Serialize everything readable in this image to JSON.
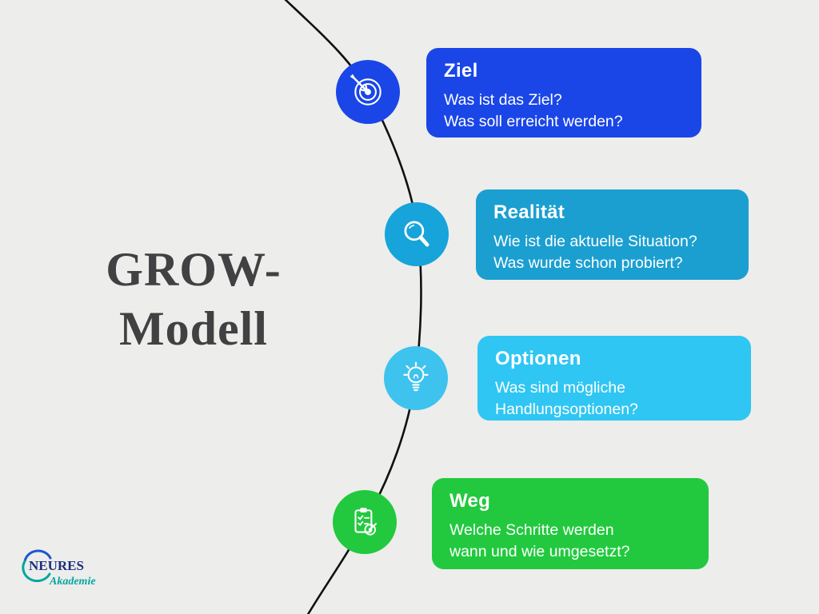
{
  "background": "#ededeb",
  "title": {
    "line1": "GROW-",
    "line2": "Modell",
    "color": "#414042"
  },
  "steps": [
    {
      "title": "Ziel",
      "lines": [
        "Was ist das Ziel?",
        "Was soll erreicht werden?"
      ],
      "card_color": "#1a46e8",
      "icon_color": "#1a46e8",
      "icon": "target-icon"
    },
    {
      "title": "Realität",
      "lines": [
        "Wie ist die aktuelle Situation?",
        "Was wurde schon probiert?"
      ],
      "card_color": "#1b9fd1",
      "icon_color": "#16a4da",
      "icon": "magnifier-icon"
    },
    {
      "title": "Optionen",
      "lines": [
        "Was sind mögliche",
        "Handlungsoptionen?"
      ],
      "card_color": "#2fc6f3",
      "icon_color": "#3dc3ee",
      "icon": "lightbulb-icon"
    },
    {
      "title": "Weg",
      "lines": [
        "Welche Schritte werden",
        "wann und wie umgesetzt?"
      ],
      "card_color": "#22c93e",
      "icon_color": "#22c93e",
      "icon": "clipboard-target-icon"
    }
  ],
  "curve_color": "#111111",
  "logo": {
    "name": "NEURES",
    "subtitle": "Akademie",
    "name_color": "#1b2f7e",
    "subtitle_color": "#00a79d"
  }
}
